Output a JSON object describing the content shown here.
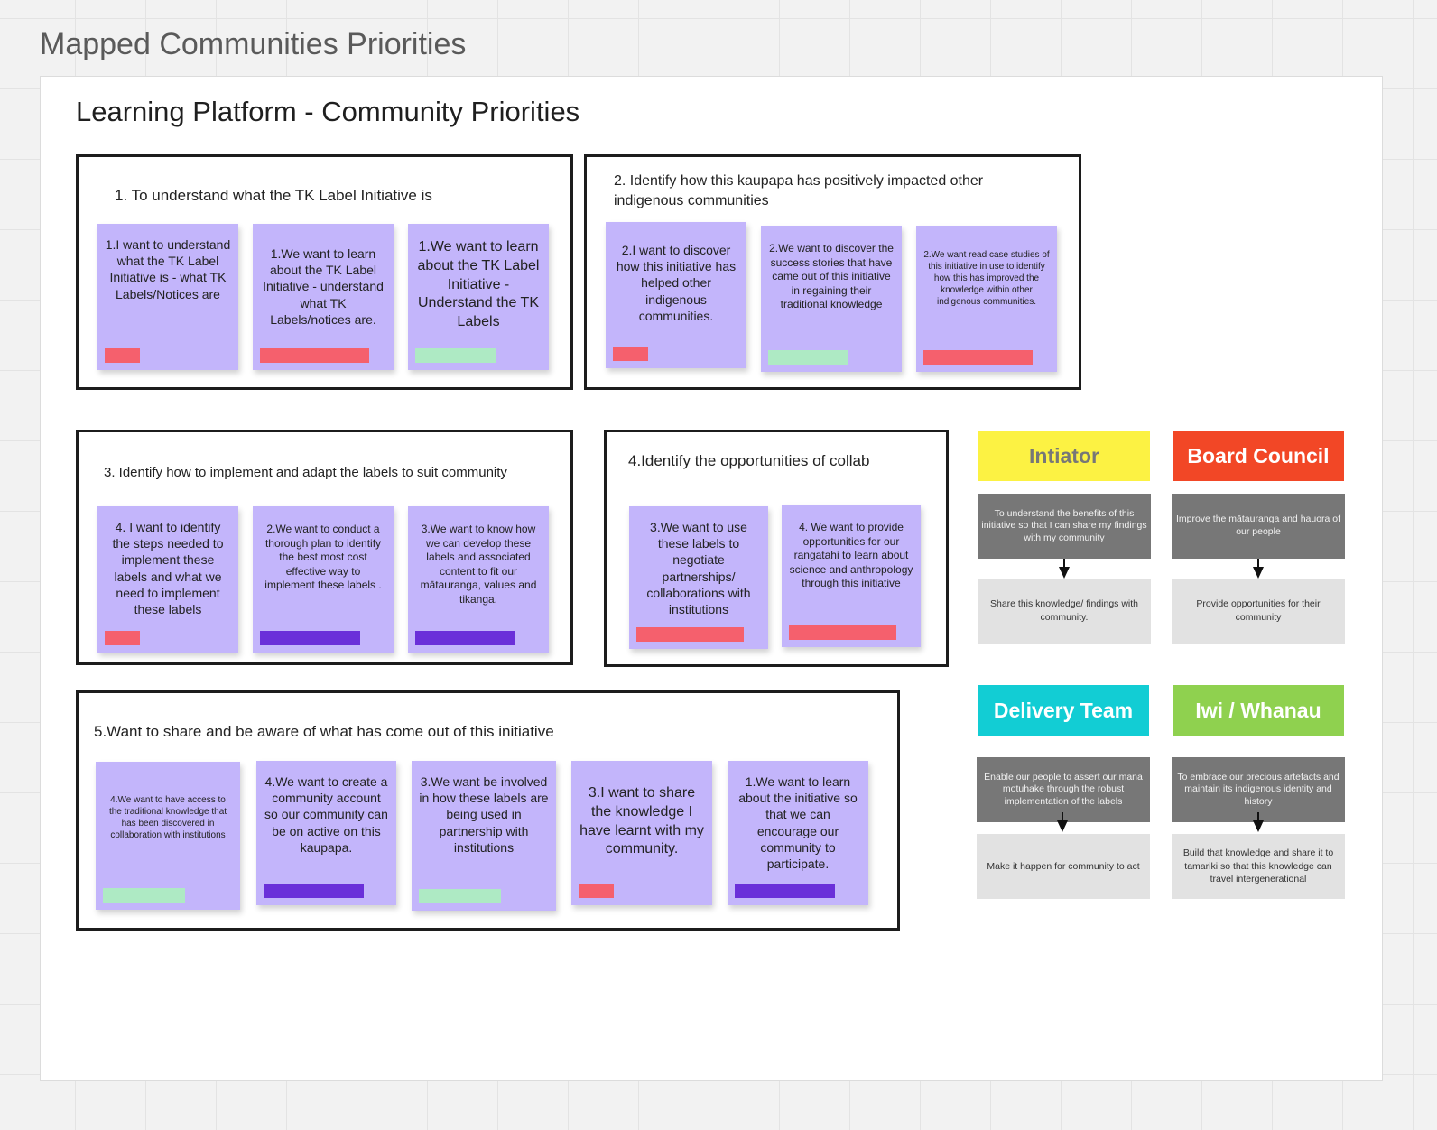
{
  "board_title": "Mapped Communities Priorities",
  "frame_title": "Learning Platform - Community Priorities",
  "sections": [
    {
      "title": "1.  To understand what the TK Label Initiative is",
      "notes": [
        {
          "text": "1.I want to understand what the TK Label Initiative is - what TK Labels/Notices are",
          "tag": "red"
        },
        {
          "text": "1.We want to learn about the TK Label Initiative - understand what TK Labels/notices are.",
          "tag": "red"
        },
        {
          "text": "1.We want to learn about the TK Label Initiative - Understand the TK Labels",
          "tag": "green"
        }
      ]
    },
    {
      "title": "2. Identify how this kaupapa has positively impacted other indigenous communities",
      "notes": [
        {
          "text": "2.I want to discover how this initiative has helped other indigenous communities.",
          "tag": "red"
        },
        {
          "text": "2.We want to discover the success stories that have came out of this initiative in regaining their traditional knowledge",
          "tag": "green"
        },
        {
          "text": "2.We want read case studies of this initiative in use to identify how this has improved the knowledge within other indigenous communities.",
          "tag": "red"
        }
      ]
    },
    {
      "title": "3. Identify how to implement and adapt the labels to suit community",
      "notes": [
        {
          "text": "4.  I want to identify the steps needed to implement these labels and what we need to implement these labels",
          "tag": "red"
        },
        {
          "text": "2.We want to conduct a thorough plan to identify the best most cost effective way to implement these labels .",
          "tag": "purple"
        },
        {
          "text": "3.We want to know how we can develop these labels and associated content to fit our mātauranga, values and tikanga.",
          "tag": "purple"
        }
      ]
    },
    {
      "title": "4.Identify the opportunities of collab",
      "notes": [
        {
          "text": "3.We want to use these labels to negotiate partnerships/ collaborations with institutions",
          "tag": "red"
        },
        {
          "text": "4.  We want to provide opportunities for our rangatahi to learn about science and anthropology through this initiative",
          "tag": "red"
        }
      ]
    },
    {
      "title": "5.Want to share and be aware of what has come out of this initiative",
      "notes": [
        {
          "text": "4.We want to have access to the traditional knowledge that has been discovered in collaboration with institutions",
          "tag": "green"
        },
        {
          "text": "4.We want to create a community account so our community can be on active on this kaupapa.",
          "tag": "purple"
        },
        {
          "text": "3.We want be involved in how these labels are being used in partnership with institutions",
          "tag": "green"
        },
        {
          "text": "3.I want to share the knowledge I have learnt with my community.",
          "tag": "red"
        },
        {
          "text": "1.We want to learn about the initiative so that we can encourage our community to participate.",
          "tag": "purple"
        }
      ]
    }
  ],
  "personas": [
    {
      "name": "Intiator",
      "color": "#fcf243",
      "text_color": "#777777",
      "goal": "To understand the benefits of this initiative so that I can share my findings with my community",
      "action": "Share this knowledge/ findings  with community."
    },
    {
      "name": "Board Council",
      "color": "#f24726",
      "text_color": "#ffffff",
      "goal": "Improve the mātauranga and hauora of our people",
      "action": "Provide opportunities for their community"
    },
    {
      "name": "Delivery Team",
      "color": "#12cdd4",
      "text_color": "#ffffff",
      "goal": "Enable our people to assert our mana motuhake through the robust implementation of the labels",
      "action": "Make it happen for community to act"
    },
    {
      "name": "Iwi / Whanau",
      "color": "#8fd14f",
      "text_color": "#ffffff",
      "goal": "To embrace our precious artefacts and maintain its indigenous identity and history",
      "action": "Build that knowledge and share it to tamariki so that this knowledge can travel intergenerational"
    }
  ]
}
